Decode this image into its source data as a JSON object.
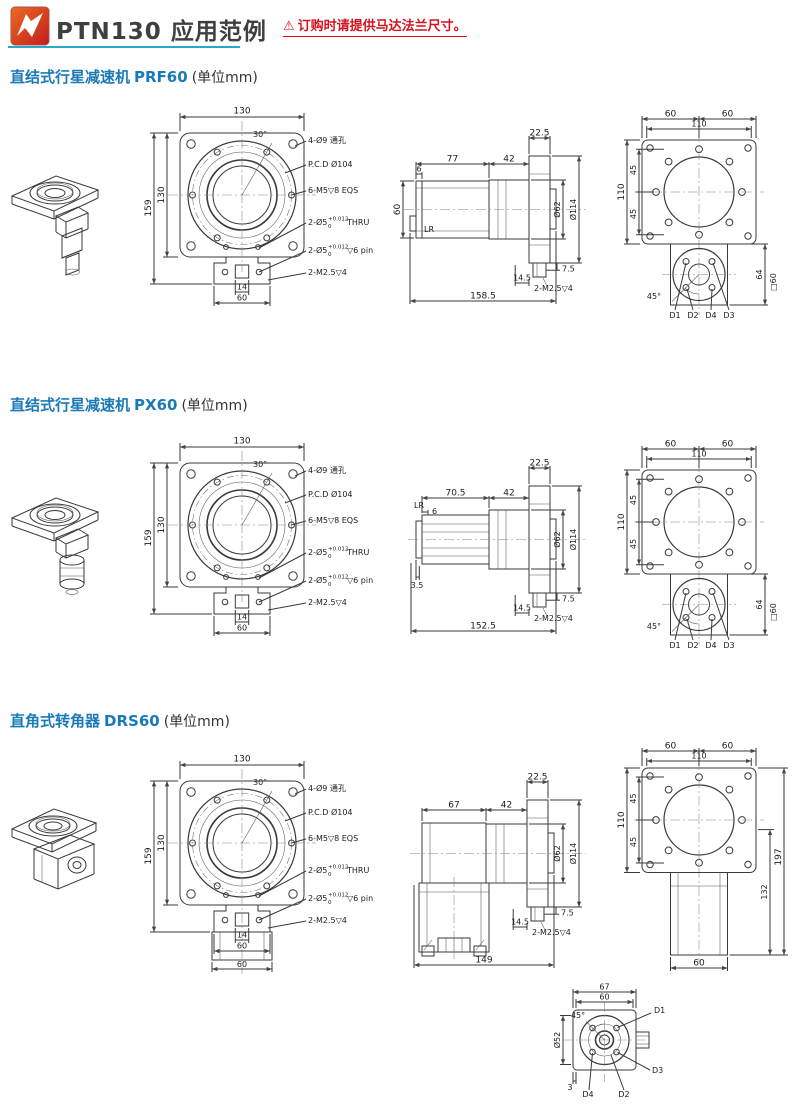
{
  "theme": {
    "brand_red": "#d8371c",
    "rule_teal": "#29a8cc",
    "warning_red": "#d5121e",
    "section_blue": "#1a7ab8"
  },
  "header": {
    "title": "PTN130 应用范例",
    "warning_icon": "⚠",
    "warning": "订购时请提供马达法兰尺寸。"
  },
  "sections": [
    {
      "title_prefix": "直结式行星减速机",
      "model": "PRF60",
      "unit": "(单位mm)",
      "front": {
        "dim_top": "130",
        "angle": "30°",
        "dim_left_outer": "159",
        "dim_left_inner": "130",
        "dim_slot": "14",
        "dim_tab": "60",
        "callout_holes": "4-Ø9 通孔",
        "callout_pcd": "P.C.D Ø104",
        "callout_tap": "6-M5▽8 EQS",
        "thru_main": "2-Ø5",
        "thru_sub": "0",
        "thru_sup": "+0.012",
        "thru_suffix": "THRU",
        "pin_main": "2-Ø5",
        "pin_sub": "0",
        "pin_sup": "+0.012",
        "pin_suffix": "▽6 pin",
        "callout_tab": "2-M2.5▽4"
      },
      "side": {
        "dim_flange": "22.5",
        "dim_body": "77",
        "dim_gear": "42",
        "dim_step": "6",
        "dim_height": "60",
        "label_lr": "LR",
        "dia_inner": "Ø62",
        "dia_outer": "Ø114",
        "dim_pilot": "7.5",
        "dim_hub": "14.5",
        "dim_total": "158.5",
        "callout_tab": "2-M2.5▽4"
      },
      "rear": {
        "dim_top_left": "60",
        "dim_top_right": "60",
        "dim_pattern": "110",
        "dim_left_outer": "110",
        "dim_left_a": "45",
        "dim_left_b": "45",
        "angle": "45°",
        "dim_lower": "64",
        "label_square": "□60",
        "hole_a": "D1",
        "hole_b": "D2",
        "hole_c": "D4",
        "hole_d": "D3"
      }
    },
    {
      "title_prefix": "直结式行星减速机",
      "model": "PX60",
      "unit": "(单位mm)",
      "front": {
        "dim_top": "130",
        "angle": "30°",
        "dim_left_outer": "159",
        "dim_left_inner": "130",
        "dim_slot": "14",
        "dim_tab": "60",
        "callout_holes": "4-Ø9 通孔",
        "callout_pcd": "P.C.D Ø104",
        "callout_tap": "6-M5▽8 EQS",
        "thru_main": "2-Ø5",
        "thru_sub": "0",
        "thru_sup": "+0.012",
        "thru_suffix": "THRU",
        "pin_main": "2-Ø5",
        "pin_sub": "0",
        "pin_sup": "+0.012",
        "pin_suffix": "▽6 pin",
        "callout_tab": "2-M2.5▽4"
      },
      "side": {
        "dim_flange": "22.5",
        "dim_body": "70.5",
        "dim_gear": "42",
        "dim_step": "6",
        "label_lr": "LR",
        "dia_inner": "Ø62",
        "dia_outer": "Ø114",
        "dim_pilot": "7.5",
        "dim_foot": "3.5",
        "dim_hub": "14.5",
        "dim_total": "152.5",
        "callout_tab": "2-M2.5▽4"
      },
      "rear": {
        "dim_top_left": "60",
        "dim_top_right": "60",
        "dim_pattern": "110",
        "dim_left_outer": "110",
        "dim_left_a": "45",
        "dim_left_b": "45",
        "angle": "45°",
        "dim_lower": "64",
        "label_square": "□60",
        "hole_a": "D1",
        "hole_b": "D2",
        "hole_c": "D4",
        "hole_d": "D3"
      }
    },
    {
      "title_prefix": "直角式转角器",
      "model": "DRS60",
      "unit": "(单位mm)",
      "front": {
        "dim_top": "130",
        "angle": "30°",
        "dim_left_outer": "159",
        "dim_left_inner": "130",
        "dim_slot": "14",
        "dim_tab": "60",
        "dim_base": "60",
        "callout_holes": "4-Ø9 通孔",
        "callout_pcd": "P.C.D Ø104",
        "callout_tap": "6-M5▽8 EQS",
        "thru_main": "2-Ø5",
        "thru_sub": "0",
        "thru_sup": "+0.012",
        "thru_suffix": "THRU",
        "pin_main": "2-Ø5",
        "pin_sub": "0",
        "pin_sup": "+0.012",
        "pin_suffix": "▽6 pin",
        "callout_tab": "2-M2.5▽4"
      },
      "side": {
        "dim_flange": "22.5",
        "dim_body": "67",
        "dim_gear": "42",
        "dia_inner": "Ø62",
        "dia_outer": "Ø114",
        "dim_pilot": "7.5",
        "dim_hub": "14.5",
        "dim_total": "149",
        "callout_tab": "2-M2.5▽4"
      },
      "rear": {
        "dim_top_left": "60",
        "dim_top_right": "60",
        "dim_pattern": "110",
        "dim_left_outer": "110",
        "dim_left_a": "45",
        "dim_left_b": "45",
        "dim_right_total": "197",
        "dim_right_lower": "132",
        "dim_bottom": "60"
      },
      "bottom_view": {
        "dim_outer": "67",
        "dim_inner": "60",
        "angle": "45°",
        "dia": "Ø52",
        "dim_offset": "3",
        "hole_a": "D1",
        "hole_b": "D3",
        "hole_c": "D2",
        "hole_d": "D4"
      }
    }
  ]
}
